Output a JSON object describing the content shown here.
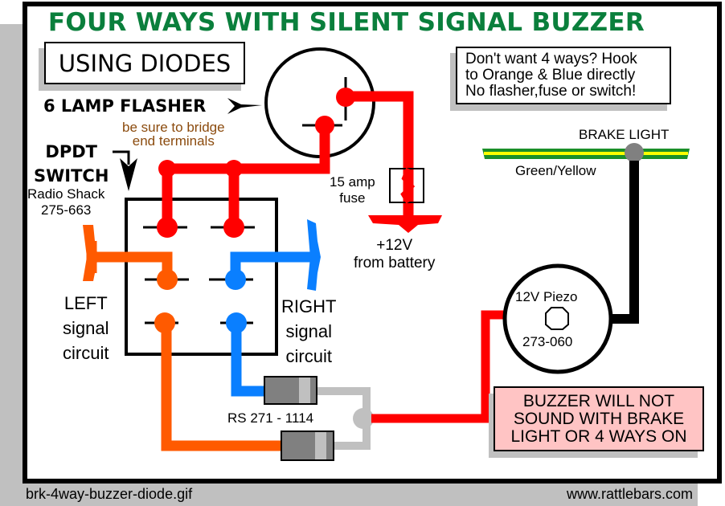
{
  "title": "FOUR WAYS WITH SILENT SIGNAL BUZZER",
  "subtitle_box": "USING DIODES",
  "note_box": "Don't want 4 ways? Hook\nto Orange & Blue directly\nNo flasher,fuse or switch!",
  "warning_box": "BUZZER WILL NOT\nSOUND WITH BRAKE\nLIGHT OR 4 WAYS ON",
  "labels": {
    "flasher": "6 LAMP FLASHER",
    "bridge_note": "be sure to bridge\nend terminals",
    "switch_title": "DPDT\nSWITCH",
    "switch_part": "Radio Shack\n275-663",
    "left_signal": "LEFT\nsignal\ncircuit",
    "right_signal": "RIGHT\nsignal\ncircuit",
    "fuse": "15 amp\nfuse",
    "battery": "+12V\nfrom battery",
    "brake_light": "BRAKE LIGHT",
    "brake_wire": "Green/Yellow",
    "piezo_name": "12V Piezo",
    "piezo_part": "273-060",
    "diode_part": "RS 271 - 1114"
  },
  "wire_colors": {
    "power": "#ff0000",
    "left": "#ff5a00",
    "right": "#0a7fff",
    "ground": "#000000",
    "diode_out": "#c0c0c0",
    "brake_green": "#1a8f2a",
    "brake_yellow": "#ffff00",
    "title_green": "#0a7f3c"
  },
  "footer": {
    "filename": "brk-4way-buzzer-diode.gif",
    "website": "www.rattlebars.com"
  }
}
